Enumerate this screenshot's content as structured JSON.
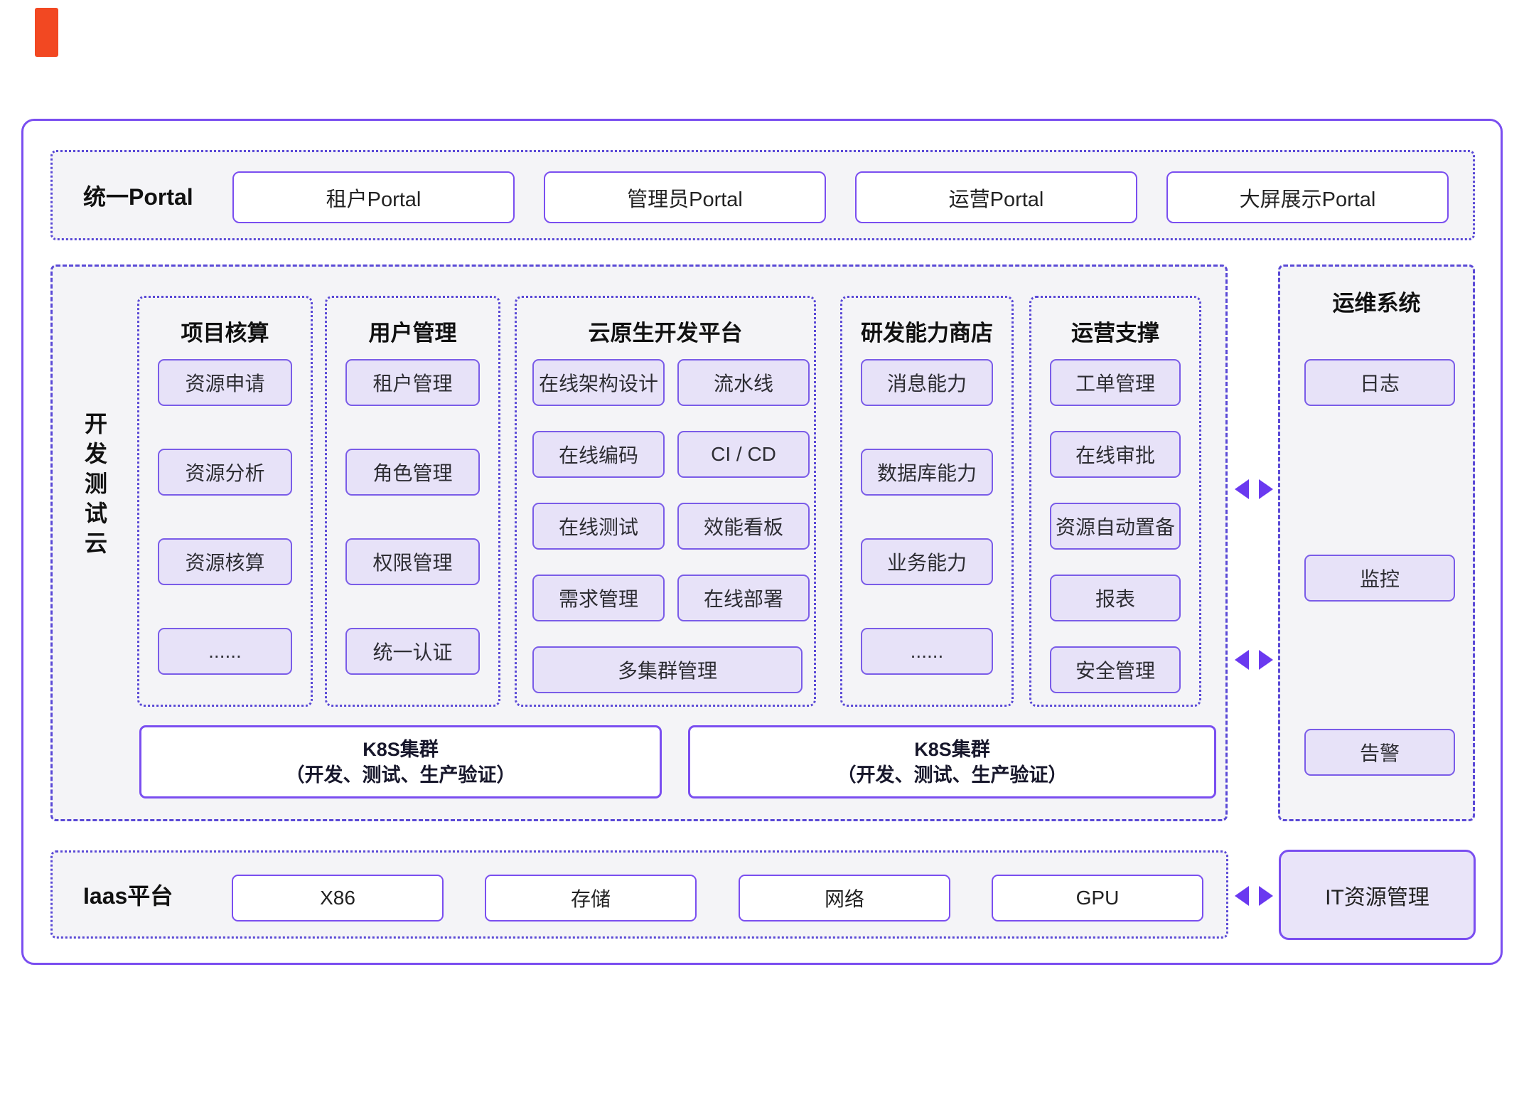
{
  "colors": {
    "marker-red": "#f24822",
    "solid-border": "#7a4ef0",
    "dashed-border": "#5a49d6",
    "band-fill": "#f4f4f7",
    "chip-fill": "#e7e2f8",
    "chip-border": "#7a5ce8",
    "it-fill": "#e9e4f9",
    "arrow": "#6a39f0",
    "text-dark": "#111111",
    "text-body": "#2d2d33"
  },
  "portal_band": {
    "label": "统一Portal",
    "items": [
      "租户Portal",
      "管理员Portal",
      "运营Portal",
      "大屏展示Portal"
    ]
  },
  "dev_cloud": {
    "vertical_label": "开发测试云",
    "vertical_label_chars": [
      "开",
      "发",
      "测",
      "试",
      "云"
    ],
    "columns": [
      {
        "title": "项目核算",
        "items": [
          "资源申请",
          "资源分析",
          "资源核算",
          "......"
        ]
      },
      {
        "title": "用户管理",
        "items": [
          "租户管理",
          "角色管理",
          "权限管理",
          "统一认证"
        ]
      },
      {
        "title": "云原生开发平台",
        "items": [
          "在线架构设计",
          "流水线",
          "在线编码",
          "CI / CD",
          "在线测试",
          "效能看板",
          "需求管理",
          "在线部署",
          "多集群管理"
        ]
      },
      {
        "title": "研发能力商店",
        "items": [
          "消息能力",
          "数据库能力",
          "业务能力",
          "......"
        ]
      },
      {
        "title": "运营支撑",
        "items": [
          "工单管理",
          "在线审批",
          "资源自动置备",
          "报表",
          "安全管理"
        ]
      }
    ],
    "k8s_boxes": [
      {
        "line1": "K8S集群",
        "line2": "（开发、测试、生产验证）"
      },
      {
        "line1": "K8S集群",
        "line2": "（开发、测试、生产验证）"
      }
    ]
  },
  "ops_system": {
    "title": "运维系统",
    "items": [
      "日志",
      "监控",
      "告警"
    ]
  },
  "iaas": {
    "label": "Iaas平台",
    "items": [
      "X86",
      "存储",
      "网络",
      "GPU"
    ],
    "it_box_label": "IT资源管理"
  }
}
